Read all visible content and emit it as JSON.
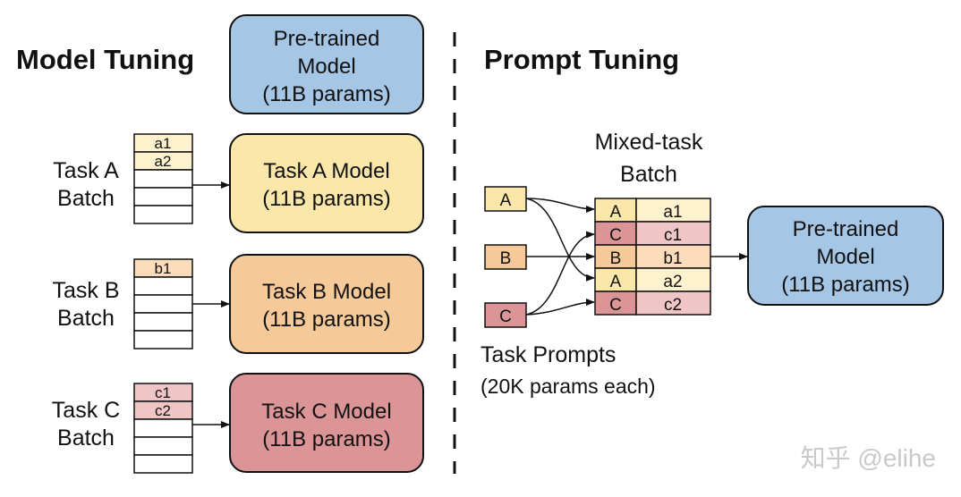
{
  "colors": {
    "blue": "#a6c6e6",
    "yellow": "#fbe7a9",
    "orange": "#f6c998",
    "red": "#dc9596",
    "light_yellow": "#fdf2cd",
    "light_orange": "#fbdcbb",
    "light_red": "#efc5c6",
    "stroke": "#111111"
  },
  "left": {
    "title": "Model Tuning",
    "pretrained": [
      "Pre-trained",
      "Model",
      "(11B params)"
    ],
    "tasks": [
      {
        "label": [
          "Task A",
          "Batch"
        ],
        "items": [
          "a1",
          "a2"
        ],
        "model": [
          "Task A Model",
          "(11B params)"
        ]
      },
      {
        "label": [
          "Task B",
          "Batch"
        ],
        "items": [
          "b1"
        ],
        "model": [
          "Task B Model",
          "(11B params)"
        ]
      },
      {
        "label": [
          "Task C",
          "Batch"
        ],
        "items": [
          "c1",
          "c2"
        ],
        "model": [
          "Task C Model",
          "(11B params)"
        ]
      }
    ]
  },
  "right": {
    "title": "Prompt Tuning",
    "mixed_label": [
      "Mixed-task",
      "Batch"
    ],
    "prompts": [
      "A",
      "B",
      "C"
    ],
    "batch_rows": [
      {
        "task": "A",
        "item": "a1"
      },
      {
        "task": "C",
        "item": "c1"
      },
      {
        "task": "B",
        "item": "b1"
      },
      {
        "task": "A",
        "item": "a2"
      },
      {
        "task": "C",
        "item": "c2"
      }
    ],
    "prompts_label": [
      "Task Prompts",
      "(20K params each)"
    ],
    "pretrained": [
      "Pre-trained",
      "Model",
      "(11B params)"
    ]
  },
  "watermark": "知乎 @elihe"
}
